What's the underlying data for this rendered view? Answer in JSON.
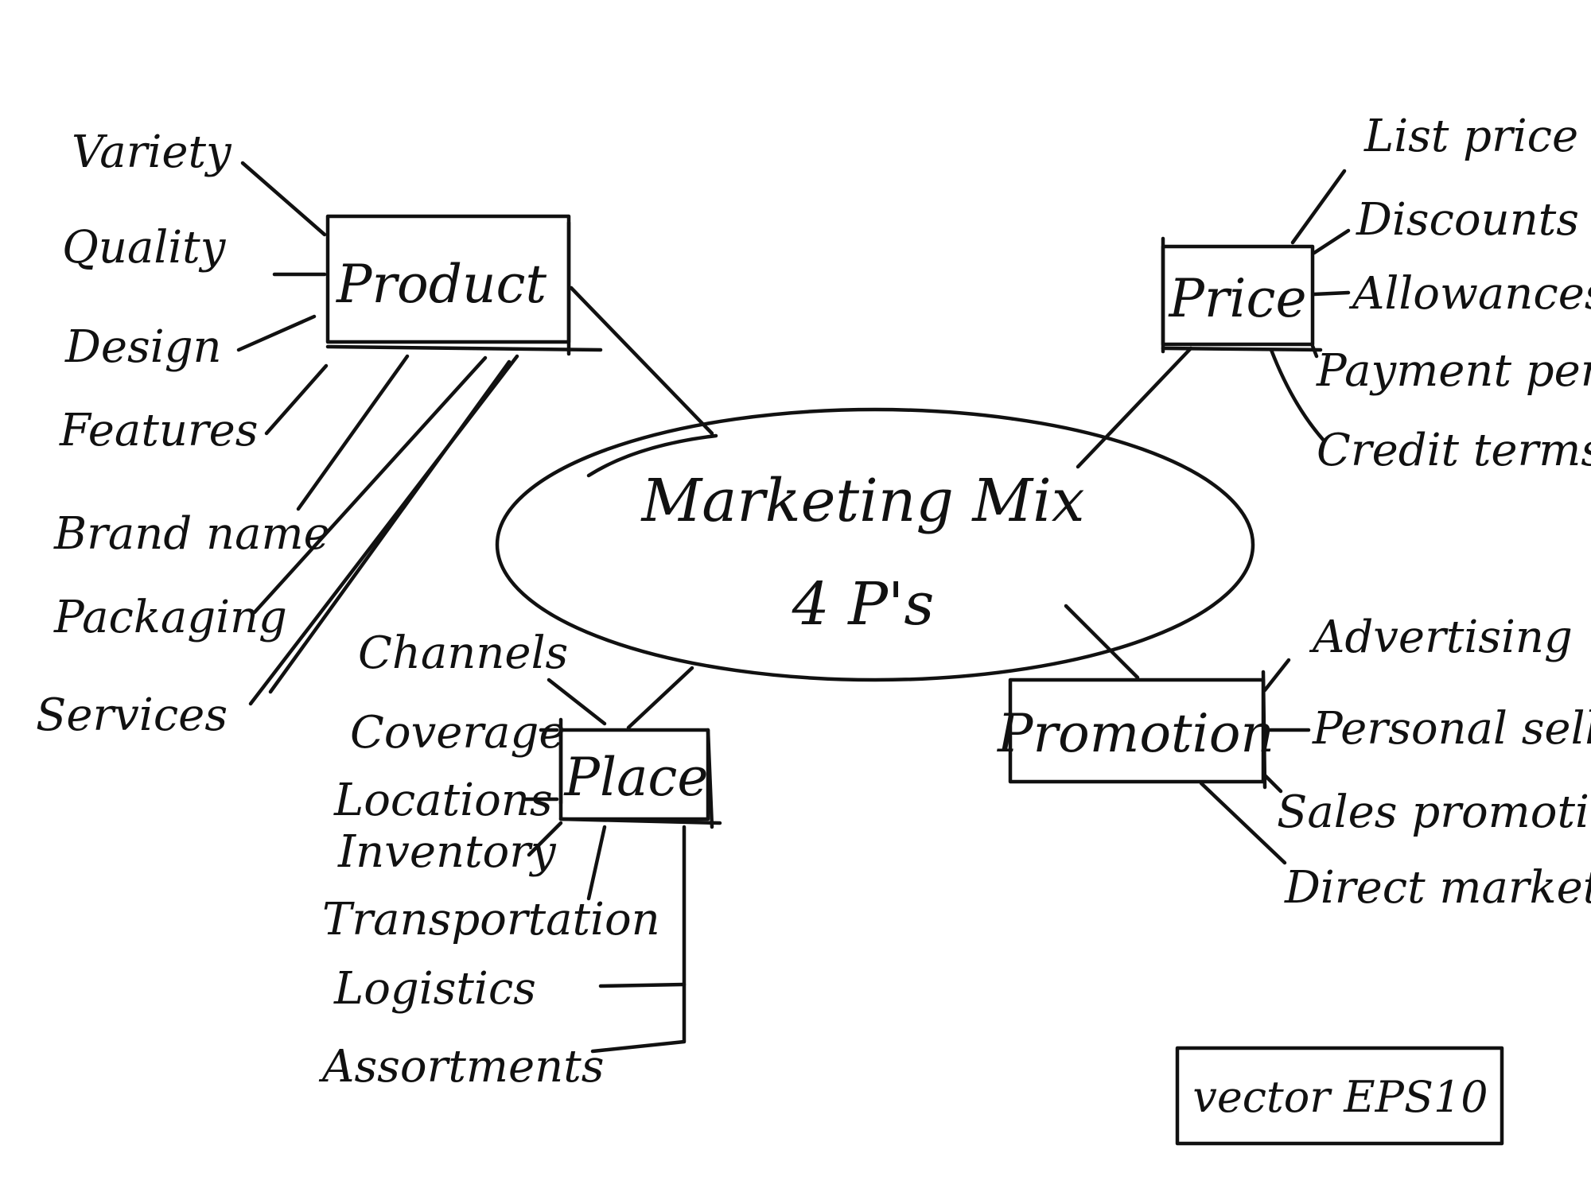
{
  "center": {
    "line1": "Marketing Mix",
    "line2": "4 P's"
  },
  "product": {
    "label": "Product",
    "items": [
      "Variety",
      "Quality",
      "Design",
      "Features",
      "Brand name",
      "Packaging",
      "Services"
    ]
  },
  "price": {
    "label": "Price",
    "items": [
      "List price",
      "Discounts",
      "Allowances",
      "Payment period",
      "Credit terms"
    ]
  },
  "place": {
    "label": "Place",
    "items": [
      "Channels",
      "Coverage",
      "Locations",
      "Inventory",
      "Transportation",
      "Logistics",
      "Assortments"
    ]
  },
  "promotion": {
    "label": "Promotion",
    "items": [
      "Advertising",
      "Personal selling",
      "Sales promotions",
      "Direct marketing"
    ]
  },
  "badge": {
    "label": "vector EPS10"
  },
  "colors": {
    "ink": "#111111",
    "background": "#ffffff"
  }
}
